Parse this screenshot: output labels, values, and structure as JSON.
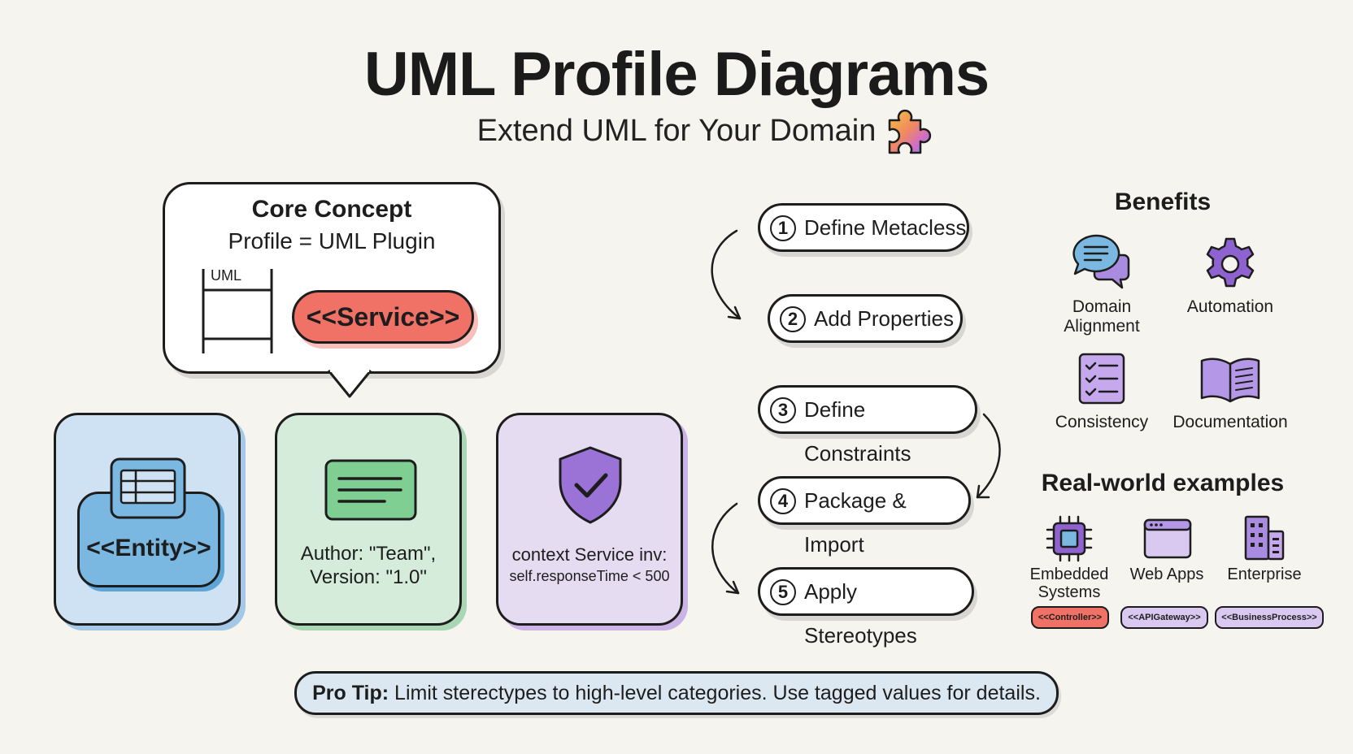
{
  "header": {
    "title": "UML Profile Diagrams",
    "subtitle": "Extend UML for Your Domain"
  },
  "core_concept": {
    "heading": "Core Concept",
    "subheading": "Profile = UML Plugin",
    "uml_label": "UML",
    "service_label": "<<Service>>"
  },
  "cards": {
    "entity": {
      "label": "<<Entity>>"
    },
    "tagged_values": {
      "line1": "Author: \"Team\",",
      "line2": "Version: \"1.0\""
    },
    "constraint": {
      "line1": "context Service inv:",
      "line2": "self.responseTime < 500"
    }
  },
  "steps": [
    {
      "num": "1",
      "label": "Define Metacless"
    },
    {
      "num": "2",
      "label": "Add Properties"
    },
    {
      "num": "3",
      "label": "Define Constraints"
    },
    {
      "num": "4",
      "label": "Package & Import"
    },
    {
      "num": "5",
      "label": "Apply Stereotypes"
    }
  ],
  "benefits": {
    "heading": "Benefits",
    "items": [
      {
        "label_line1": "Domain",
        "label_line2": "Alignment",
        "icon": "chat-bubbles-icon"
      },
      {
        "label_line1": "Automation",
        "label_line2": "",
        "icon": "gear-icon"
      },
      {
        "label_line1": "Consistency",
        "label_line2": "",
        "icon": "checklist-icon"
      },
      {
        "label_line1": "Documentation",
        "label_line2": "",
        "icon": "open-book-icon"
      }
    ]
  },
  "examples": {
    "heading": "Real-world examples",
    "items": [
      {
        "label_line1": "Embedded",
        "label_line2": "Systems",
        "tag": "<<Controller>>",
        "tag_color": "#f07166",
        "icon": "chip-icon"
      },
      {
        "label_line1": "Web Apps",
        "label_line2": "",
        "tag": "<<APIGateway>>",
        "tag_color": "#d9c8f0",
        "icon": "browser-window-icon"
      },
      {
        "label_line1": "Enterprise",
        "label_line2": "",
        "tag": "<<BusinessProcess>>",
        "tag_color": "#d9c8f0",
        "icon": "buildings-icon"
      }
    ]
  },
  "tip": {
    "prefix": "Pro Tip:",
    "text": " Limit sterectypes to high-level categories. Use tagged values for details."
  },
  "colors": {
    "background": "#f5f4ef",
    "service_red": "#f07166",
    "entity_blue": "#7ab8e2",
    "tagged_green": "#d4ecd9",
    "constraint_purple": "#e6dcf1",
    "icon_purple": "#8e63d0"
  }
}
